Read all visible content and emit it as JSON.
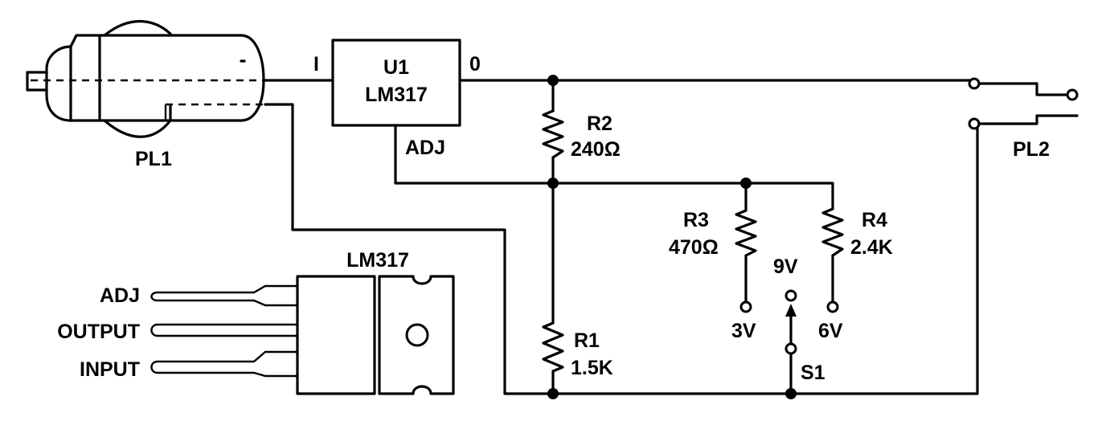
{
  "schematic": {
    "plug_pl1": {
      "label": "PL1"
    },
    "regulator_u1": {
      "ref": "U1",
      "part": "LM317",
      "pin_in": "I",
      "pin_out": "0",
      "pin_adj": "ADJ"
    },
    "r2": {
      "ref": "R2",
      "value": "240Ω"
    },
    "r1": {
      "ref": "R1",
      "value": "1.5K"
    },
    "r3": {
      "ref": "R3",
      "value": "470Ω"
    },
    "r4": {
      "ref": "R4",
      "value": "2.4K"
    },
    "switch_s1": {
      "ref": "S1",
      "pos_3v": "3V",
      "pos_9v": "9V",
      "pos_6v": "6V"
    },
    "plug_pl2": {
      "label": "PL2"
    },
    "package": {
      "title": "LM317",
      "pin_adj": "ADJ",
      "pin_output": "OUTPUT",
      "pin_input": "INPUT"
    }
  }
}
